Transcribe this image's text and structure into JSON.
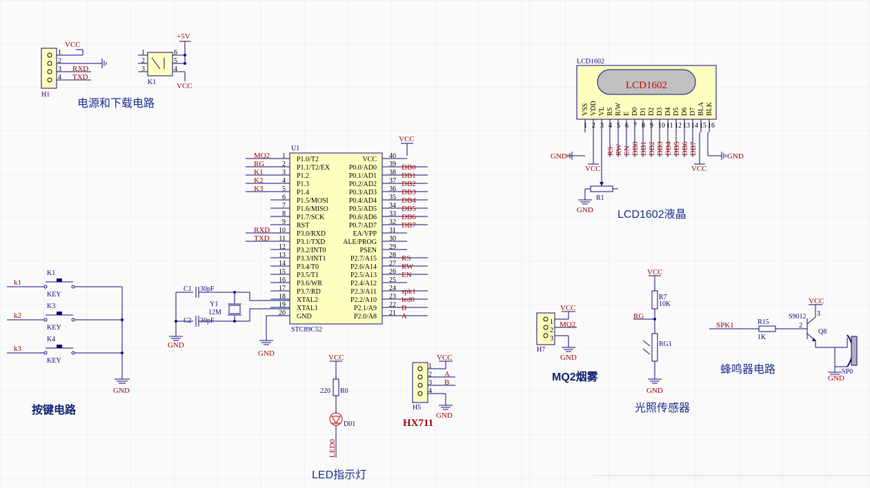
{
  "titles": {
    "power": "电源和下载电路",
    "lcd": "LCD1602液晶",
    "keys": "按键电路",
    "led": "LED指示灯",
    "hx711": "HX711",
    "mq2": "MQ2烟雾",
    "light": "光照传感器",
    "buzzer": "蜂鸣器电路"
  },
  "h1": {
    "ref": "H1",
    "pins": [
      "1",
      "2",
      "3",
      "4"
    ],
    "vcc": "VCC",
    "rxd": "RXD",
    "txd": "TXD"
  },
  "k1switch": {
    "ref": "K1",
    "vplus": "+5V",
    "vcc": "VCC",
    "pins": [
      "1",
      "2",
      "3",
      "4",
      "5",
      "6"
    ]
  },
  "mcu": {
    "ref": "U1",
    "part": "STC89C52",
    "vcc": "VCC",
    "gnd": "GND",
    "left_pins": [
      {
        "net": "MQ2",
        "num": "1",
        "name": "P1.0/T2"
      },
      {
        "net": "RG",
        "num": "2",
        "name": "P1.1/T2/EX"
      },
      {
        "net": "K1",
        "num": "3",
        "name": "P1.2"
      },
      {
        "net": "K2",
        "num": "4",
        "name": "P1.3"
      },
      {
        "net": "K3",
        "num": "5",
        "name": "P1.4"
      },
      {
        "net": "",
        "num": "6",
        "name": "P1.5/MOSI"
      },
      {
        "net": "",
        "num": "7",
        "name": "P1.6/MISO"
      },
      {
        "net": "",
        "num": "8",
        "name": "P1.7/SCK"
      },
      {
        "net": "",
        "num": "9",
        "name": "RST"
      },
      {
        "net": "RXD",
        "num": "10",
        "name": "P3.0/RXD"
      },
      {
        "net": "TXD",
        "num": "11",
        "name": "P3.1/TXD"
      },
      {
        "net": "",
        "num": "12",
        "name": "P3.2/INT0"
      },
      {
        "net": "",
        "num": "13",
        "name": "P3.3/INT1"
      },
      {
        "net": "",
        "num": "14",
        "name": "P3.4/T0"
      },
      {
        "net": "",
        "num": "15",
        "name": "P3.5/T1"
      },
      {
        "net": "",
        "num": "16",
        "name": "P3.6/WR"
      },
      {
        "net": "",
        "num": "17",
        "name": "P3.7/RD"
      },
      {
        "net": "",
        "num": "18",
        "name": "XTAL2"
      },
      {
        "net": "",
        "num": "19",
        "name": "XTAL1"
      },
      {
        "net": "",
        "num": "20",
        "name": "GND"
      }
    ],
    "right_pins": [
      {
        "net": "",
        "num": "40",
        "name": "VCC"
      },
      {
        "net": "DB0",
        "num": "39",
        "name": "P0.0/AD0"
      },
      {
        "net": "DB1",
        "num": "38",
        "name": "P0.1/AD1"
      },
      {
        "net": "DB2",
        "num": "37",
        "name": "P0.2/AD2"
      },
      {
        "net": "DB3",
        "num": "36",
        "name": "P0.3/AD3"
      },
      {
        "net": "DB4",
        "num": "35",
        "name": "P0.4/AD4"
      },
      {
        "net": "DB5",
        "num": "34",
        "name": "P0.5/AD5"
      },
      {
        "net": "DB6",
        "num": "33",
        "name": "P0.6/AD6"
      },
      {
        "net": "DB7",
        "num": "32",
        "name": "P0.7/AD7"
      },
      {
        "net": "",
        "num": "31",
        "name": "EA/VPP"
      },
      {
        "net": "",
        "num": "30",
        "name": "ALE/PROG"
      },
      {
        "net": "",
        "num": "29",
        "name": "PSEN"
      },
      {
        "net": "RS",
        "num": "28",
        "name": "P2.7/A15"
      },
      {
        "net": "RW",
        "num": "27",
        "name": "P2.6/A14"
      },
      {
        "net": "EN",
        "num": "26",
        "name": "P2.5/A13"
      },
      {
        "net": "",
        "num": "25",
        "name": "P2.4/A12"
      },
      {
        "net": "spk1",
        "num": "24",
        "name": "P2.3/A11"
      },
      {
        "net": "led0",
        "num": "23",
        "name": "P2.2/A10"
      },
      {
        "net": "B",
        "num": "22",
        "name": "P2.1/A9"
      },
      {
        "net": "A",
        "num": "21",
        "name": "P2.0/A8"
      }
    ]
  },
  "crystal": {
    "c1": "C1",
    "c2": "C2",
    "cval": "30pF",
    "y1": "Y1",
    "freq": "12M",
    "gnd": "GND"
  },
  "lcd": {
    "ref": "LCD1602",
    "label": "LCD1602",
    "pin_names": [
      "VSS",
      "VDD",
      "VL",
      "RS",
      "R/W",
      "E",
      "D0",
      "D1",
      "D2",
      "D3",
      "D4",
      "D5",
      "D6",
      "D7",
      "BLA",
      "BLK"
    ],
    "pin_nums": [
      "1",
      "2",
      "3",
      "4",
      "5",
      "6",
      "7",
      "8",
      "9",
      "10",
      "11",
      "12",
      "13",
      "14",
      "15",
      "16"
    ],
    "nets": [
      "RS",
      "RW",
      "EN",
      "DB0",
      "DB1",
      "DB2",
      "DB3",
      "DB4",
      "DB5",
      "DB6",
      "DB7"
    ],
    "gnd": "GND",
    "vcc": "VCC",
    "r1": "R1"
  },
  "keys": {
    "items": [
      {
        "net": "k1",
        "ref": "K1",
        "type": "KEY"
      },
      {
        "net": "k2",
        "ref": "K3",
        "type": "KEY"
      },
      {
        "net": "k3",
        "ref": "K4",
        "type": "KEY"
      }
    ],
    "gnd": "GND"
  },
  "led": {
    "vcc": "VCC",
    "rval": "220",
    "rref": "R0",
    "dref": "D01",
    "net": "LED0"
  },
  "hx711": {
    "ref": "H5",
    "pins": [
      "1",
      "2",
      "3",
      "4"
    ],
    "vcc": "VCC",
    "a": "A",
    "b": "B",
    "gnd": "GND"
  },
  "mq2": {
    "ref": "H7",
    "pins": [
      "1",
      "2",
      "3"
    ],
    "vcc": "VCC",
    "net": "MQ2",
    "gnd": "GND"
  },
  "light": {
    "vcc": "VCC",
    "r7": "R7",
    "r7val": "10K",
    "net": "RG",
    "rg1": "RG1",
    "gnd": "GND"
  },
  "buzzer": {
    "vcc": "VCC",
    "transistor": "S9012",
    "net": "SPK1",
    "r15": "R15",
    "r15val": "1K",
    "q8": "Q8",
    "base_pin": "2",
    "pin3": "3",
    "gnd": "GND",
    "sp0": "SP0"
  }
}
